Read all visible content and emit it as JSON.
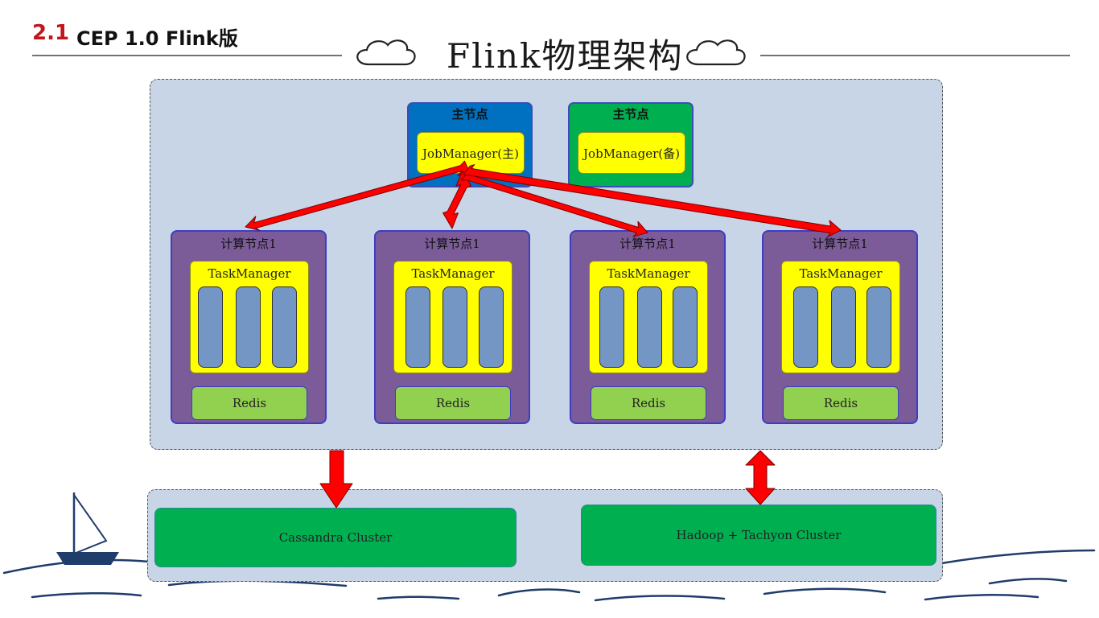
{
  "header": {
    "section_number": "2.1",
    "section_title": "CEP 1.0 Flink版",
    "main_title": "Flink物理架构"
  },
  "masters": [
    {
      "label": "主节点",
      "job_manager": "JobManager(主)",
      "color": "#0070c0"
    },
    {
      "label": "主节点",
      "job_manager": "JobManager(备)",
      "color": "#00b050"
    }
  ],
  "compute_nodes": [
    {
      "label": "计算节点1",
      "task_manager": "TaskManager",
      "storage": "Redis"
    },
    {
      "label": "计算节点1",
      "task_manager": "TaskManager",
      "storage": "Redis"
    },
    {
      "label": "计算节点1",
      "task_manager": "TaskManager",
      "storage": "Redis"
    },
    {
      "label": "计算节点1",
      "task_manager": "TaskManager",
      "storage": "Redis"
    }
  ],
  "clusters": [
    {
      "label": "Cassandra Cluster"
    },
    {
      "label": "Hadoop + Tachyon Cluster"
    }
  ],
  "colors": {
    "arrow": "#ff0000",
    "panel": "#c8d5e6",
    "compute": "#7b5c99",
    "task_manager": "#ffff00",
    "slot": "#7396c5",
    "redis": "#92d050",
    "cluster": "#00b050"
  },
  "icons": [
    "cloud-icon",
    "sailboat-icon",
    "wave-decoration"
  ]
}
